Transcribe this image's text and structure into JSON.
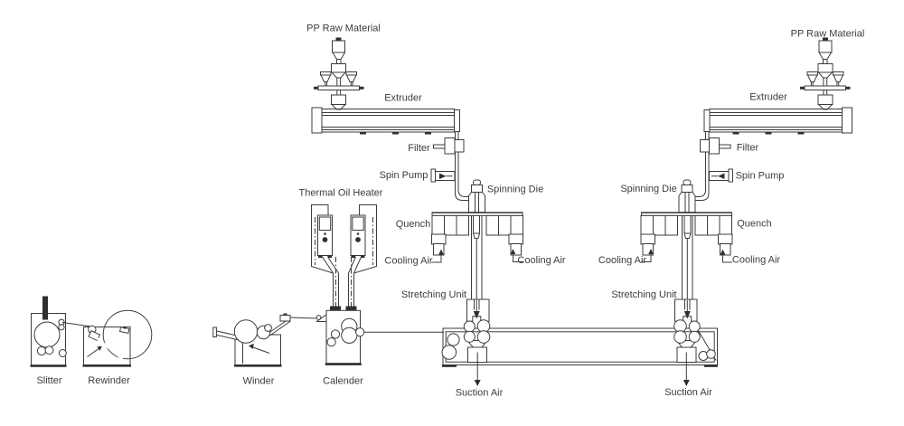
{
  "labels": {
    "line1": {
      "pp_raw_material": "PP Raw Material",
      "extruder": "Extruder",
      "filter": "Filter",
      "spin_pump": "Spin Pump",
      "spinning_die": "Spinning Die",
      "quench": "Quench",
      "cooling_air_left": "Cooling Air",
      "cooling_air_right": "Cooling Air",
      "stretching_unit": "Stretching Unit",
      "suction_air": "Suction Air"
    },
    "line2": {
      "pp_raw_material": "PP Raw Material",
      "extruder": "Extruder",
      "filter": "Filter",
      "spin_pump": "Spin Pump",
      "spinning_die": "Spinning Die",
      "quench": "Quench",
      "cooling_air_left": "Cooling Air",
      "cooling_air_right": "Cooling Air",
      "stretching_unit": "Stretching Unit",
      "suction_air": "Suction Air"
    },
    "finishing": {
      "thermal_oil_heater": "Thermal Oil Heater",
      "calender": "Calender",
      "winder": "Winder",
      "slitter": "Slitter",
      "rewinder": "Rewinder"
    }
  },
  "colors": {
    "line": "#3c3c3c",
    "text": "#3c3c3c",
    "background": "#ffffff"
  }
}
